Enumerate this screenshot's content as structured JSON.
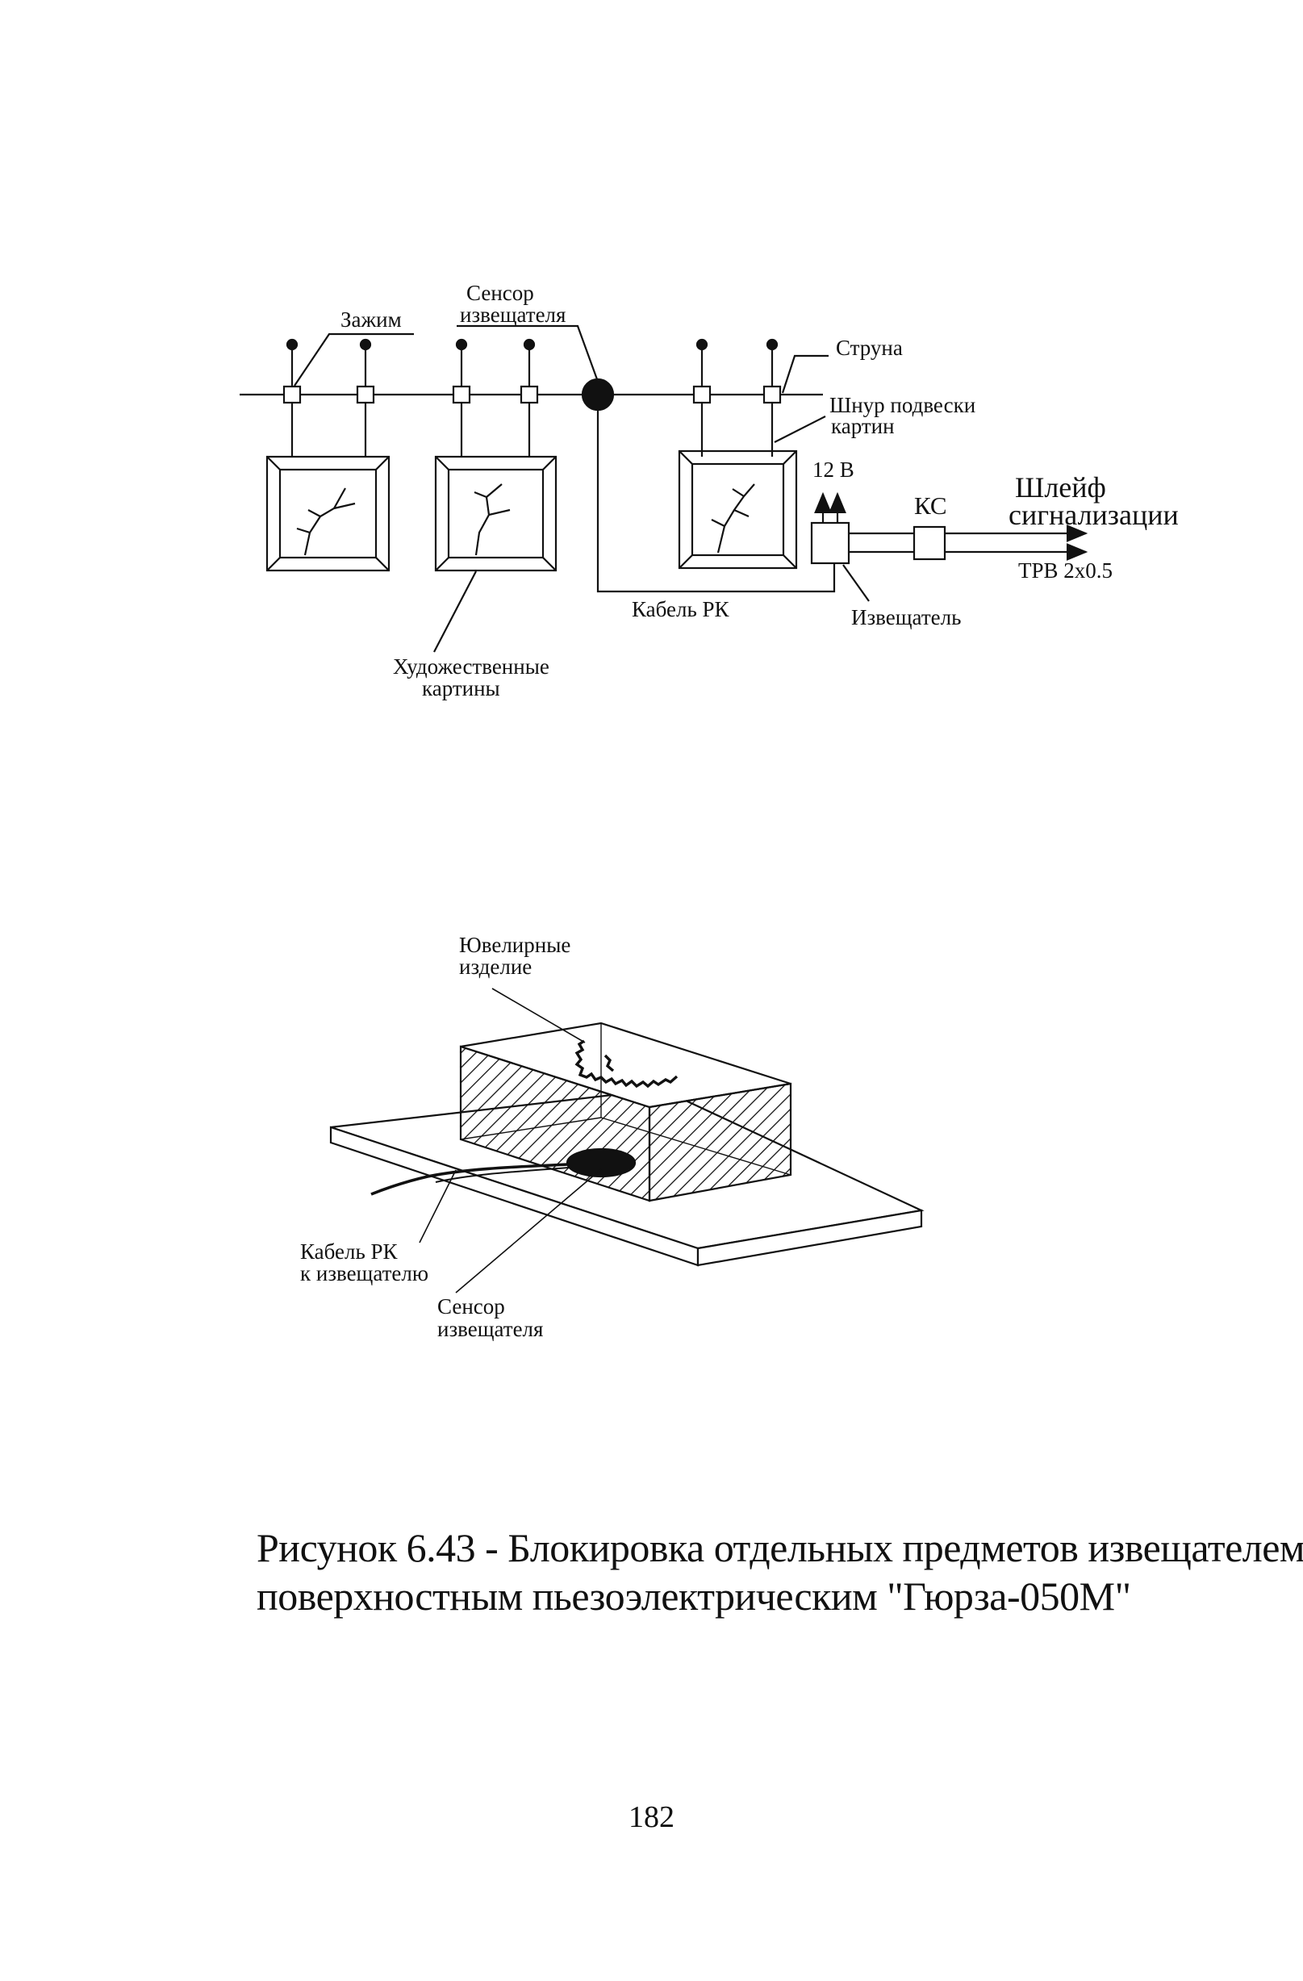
{
  "top_diagram": {
    "labels": {
      "clamp": "Зажим",
      "sensor_line1": "Сенсор",
      "sensor_line2": "извещателя",
      "string": "Струна",
      "cord_line1": "Шнур подвески",
      "cord_line2": "картин",
      "voltage": "12 В",
      "ks": "КС",
      "loop_line1": "Шлейф",
      "loop_line2": "сигнализации",
      "cable_type": "ТРВ 2x0.5",
      "cable_rk": "Кабель РК",
      "detector": "Извещатель",
      "paintings_line1": "Художественные",
      "paintings_line2": "картины"
    }
  },
  "bottom_diagram": {
    "labels": {
      "jewelry_line1": "Ювелирные",
      "jewelry_line2": "изделие",
      "cable_line1": "Кабель РК",
      "cable_line2": "к извещателю",
      "sensor_line1": "Сенсор",
      "sensor_line2": "извещателя"
    }
  },
  "caption": {
    "line1": "Рисунок  6.43 - Блокировка отдельных предметов извещателем",
    "line2": "поверхностным пьезоэлектрическим \"Гюрза-050М\""
  },
  "page_number": "182"
}
